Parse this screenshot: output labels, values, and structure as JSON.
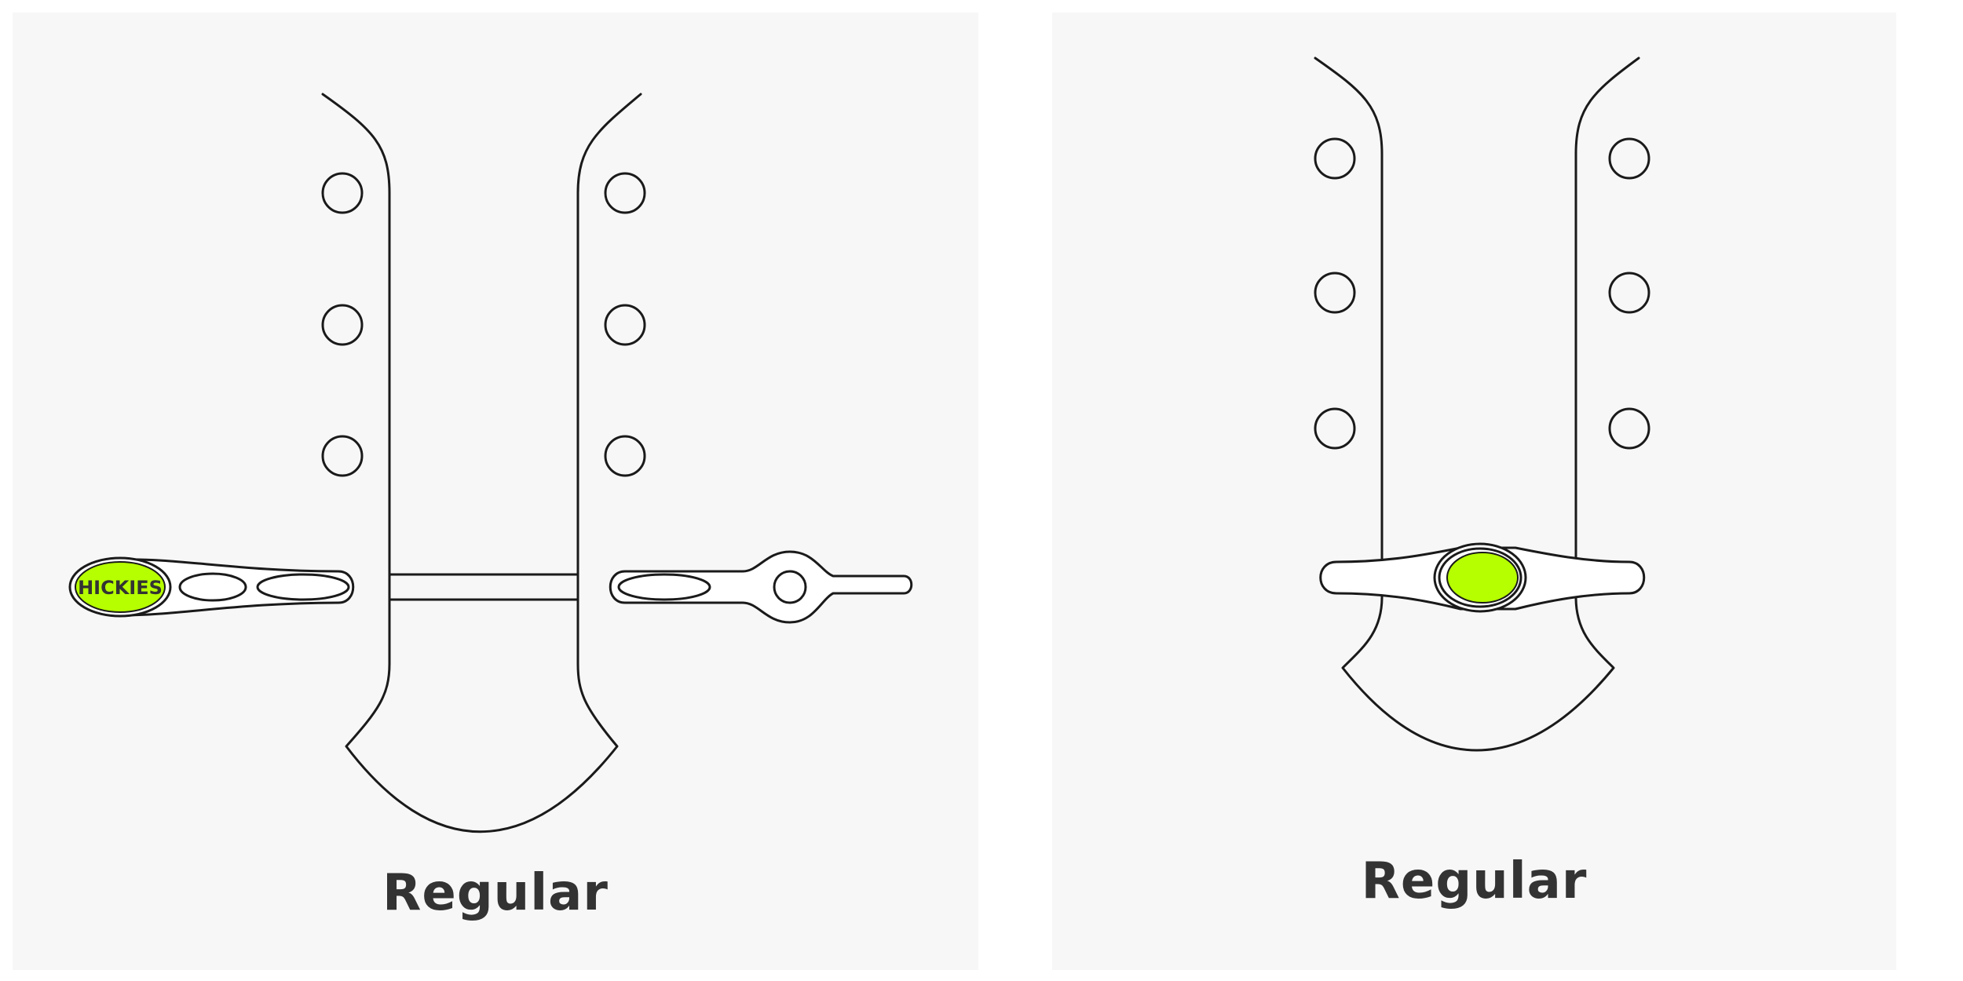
{
  "colors": {
    "background": "#f7f7f7",
    "stroke": "#1a1a1a",
    "accent": "#b6ff00",
    "caption": "#333333"
  },
  "panels": [
    {
      "caption": "Regular",
      "brand_text": "HICKIES"
    },
    {
      "caption": "Regular"
    }
  ]
}
